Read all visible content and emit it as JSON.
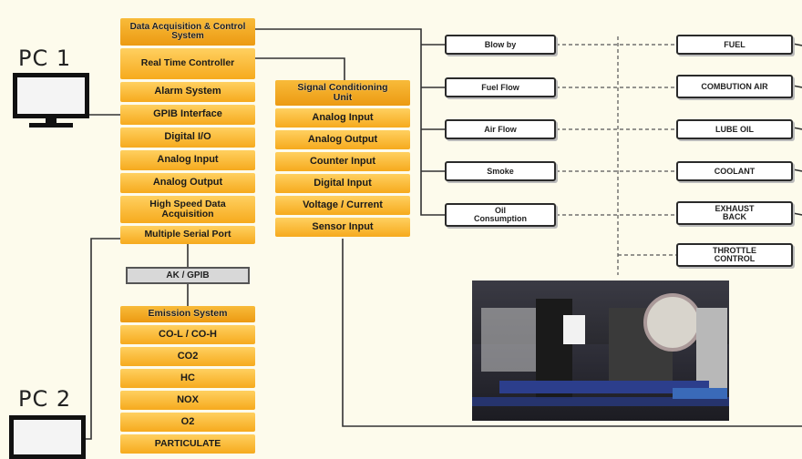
{
  "pc1_label": "PC 1",
  "pc2_label": "PC 2",
  "daq": {
    "title": "Data Acquisition & Control System",
    "items": [
      "Real Time Controller",
      "Alarm System",
      "GPIB Interface",
      "Digital I/O",
      "Analog Input",
      "Analog Output",
      "High Speed Data Acquisition",
      "Multiple Serial Port"
    ]
  },
  "interface_box": "AK / GPIB",
  "emission": {
    "title": "Emission System",
    "items": [
      "CO-L / CO-H",
      "CO2",
      "HC",
      "NOX",
      "O2",
      "PARTICULATE"
    ]
  },
  "scu": {
    "title": "Signal Conditioning Unit",
    "items": [
      "Analog Input",
      "Analog Output",
      "Counter Input",
      "Digital Input",
      "Voltage / Current",
      "Sensor Input"
    ]
  },
  "sensors": [
    "Blow by",
    "Fuel Flow",
    "Air Flow",
    "Smoke",
    "Oil Consumption"
  ],
  "systems": [
    "FUEL",
    "COMBUTION AIR",
    "LUBE OIL",
    "COOLANT",
    "EXHAUST BACK",
    "THROTTLE CONTROL"
  ],
  "colors": {
    "block_fill": "#f8b530",
    "line": "#2a2a2a"
  }
}
